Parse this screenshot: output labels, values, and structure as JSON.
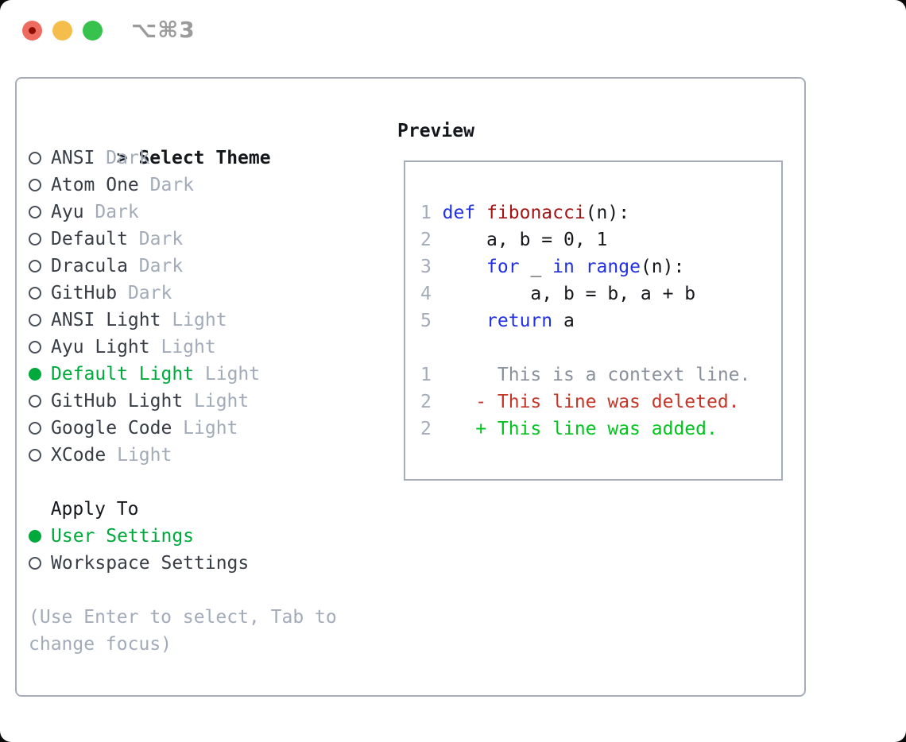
{
  "window": {
    "shortcut": "⌥⌘3",
    "traffic_lights": [
      "close",
      "minimize",
      "zoom"
    ]
  },
  "theme_panel": {
    "header_prefix": ">",
    "header_label": "Select Theme",
    "themes": [
      {
        "name": "ANSI",
        "variant": "Dark",
        "selected": false
      },
      {
        "name": "Atom One",
        "variant": "Dark",
        "selected": false
      },
      {
        "name": "Ayu",
        "variant": "Dark",
        "selected": false
      },
      {
        "name": "Default",
        "variant": "Dark",
        "selected": false
      },
      {
        "name": "Dracula",
        "variant": "Dark",
        "selected": false
      },
      {
        "name": "GitHub",
        "variant": "Dark",
        "selected": false
      },
      {
        "name": "ANSI Light",
        "variant": "Light",
        "selected": false
      },
      {
        "name": "Ayu Light",
        "variant": "Light",
        "selected": false
      },
      {
        "name": "Default Light",
        "variant": "Light",
        "selected": true
      },
      {
        "name": "GitHub Light",
        "variant": "Light",
        "selected": false
      },
      {
        "name": "Google Code",
        "variant": "Light",
        "selected": false
      },
      {
        "name": "XCode",
        "variant": "Light",
        "selected": false
      }
    ],
    "apply_to": {
      "label": "Apply To",
      "options": [
        {
          "name": "User Settings",
          "selected": true
        },
        {
          "name": "Workspace Settings",
          "selected": false
        }
      ]
    },
    "help_lines": [
      "(Use Enter to select, Tab to",
      "change focus)"
    ]
  },
  "preview": {
    "label": "Preview",
    "code_lines": [
      {
        "num": "1",
        "tokens": [
          {
            "type": "keyword",
            "text": "def"
          },
          {
            "type": "plain",
            "text": " "
          },
          {
            "type": "function",
            "text": "fibonacci"
          },
          {
            "type": "plain",
            "text": "(n):"
          }
        ]
      },
      {
        "num": "2",
        "tokens": [
          {
            "type": "plain",
            "text": "    a, b = 0, 1"
          }
        ]
      },
      {
        "num": "3",
        "tokens": [
          {
            "type": "plain",
            "text": "    "
          },
          {
            "type": "keyword",
            "text": "for"
          },
          {
            "type": "plain",
            "text": " _ "
          },
          {
            "type": "keyword",
            "text": "in"
          },
          {
            "type": "plain",
            "text": " "
          },
          {
            "type": "keyword",
            "text": "range"
          },
          {
            "type": "plain",
            "text": "(n):"
          }
        ]
      },
      {
        "num": "4",
        "tokens": [
          {
            "type": "plain",
            "text": "        a, b = b, a + b"
          }
        ]
      },
      {
        "num": "5",
        "tokens": [
          {
            "type": "plain",
            "text": "    "
          },
          {
            "type": "keyword",
            "text": "return"
          },
          {
            "type": "plain",
            "text": " a"
          }
        ]
      }
    ],
    "diff_lines": [
      {
        "num": "1",
        "marker": " ",
        "text": "This is a context line.",
        "type": "context"
      },
      {
        "num": "2",
        "marker": "-",
        "text": "This line was deleted.",
        "type": "deleted"
      },
      {
        "num": "2",
        "marker": "+",
        "text": "This line was added.",
        "type": "added"
      }
    ]
  },
  "colors": {
    "accent_green": "#00a93c",
    "diff_added_green": "#00c41d",
    "diff_deleted_red": "#c43527",
    "keyword_blue": "#2130e0",
    "function_red": "#a31515",
    "muted_gray": "#a3abb9",
    "context_gray": "#8a919c",
    "line_number_gray": "#a3abb9",
    "text_dark": "#383d46",
    "heading_black": "#14171c",
    "border_gray": "#a6adb8",
    "titlebar_gray": "#9b9b9b",
    "traffic_red": "#ee6b60",
    "traffic_red_dot": "#8c0e03",
    "traffic_yellow": "#f5bd4c",
    "traffic_green": "#37c24e"
  }
}
